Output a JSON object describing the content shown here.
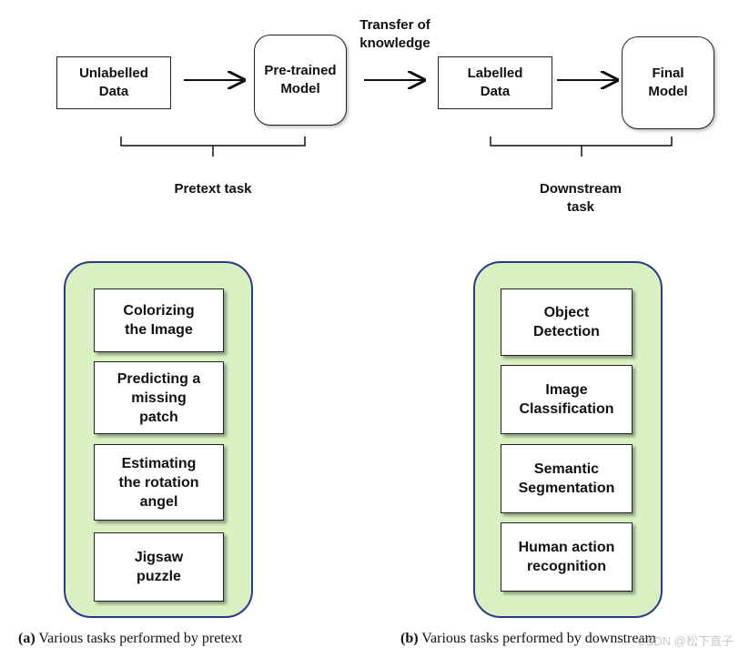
{
  "flow": {
    "unlabelled_data": "Unlabelled\nData",
    "pretrained_model": "Pre-trained\nModel",
    "transfer_label": "Transfer of\nknowledge",
    "labelled_data": "Labelled\nData",
    "final_model": "Final\nModel",
    "pretext_task": "Pretext task",
    "downstream_task": "Downstream\ntask"
  },
  "pretext_panel": {
    "tasks": [
      "Colorizing\nthe Image",
      "Predicting a\nmissing\npatch",
      "Estimating\nthe rotation\nangel",
      "Jigsaw\npuzzle"
    ],
    "caption_tag": "(a)",
    "caption_text": " Various tasks performed by pretext"
  },
  "downstream_panel": {
    "tasks": [
      "Object\nDetection",
      "Image\nClassification",
      "Semantic\nSegmentation",
      "Human action\nrecognition"
    ],
    "caption_tag": "(b)",
    "caption_text": " Various tasks performed by downstream"
  },
  "watermark": "CSDN @松下直子",
  "colors": {
    "panel_fill": "#d8f0c2",
    "panel_border": "#2a3a8a"
  }
}
